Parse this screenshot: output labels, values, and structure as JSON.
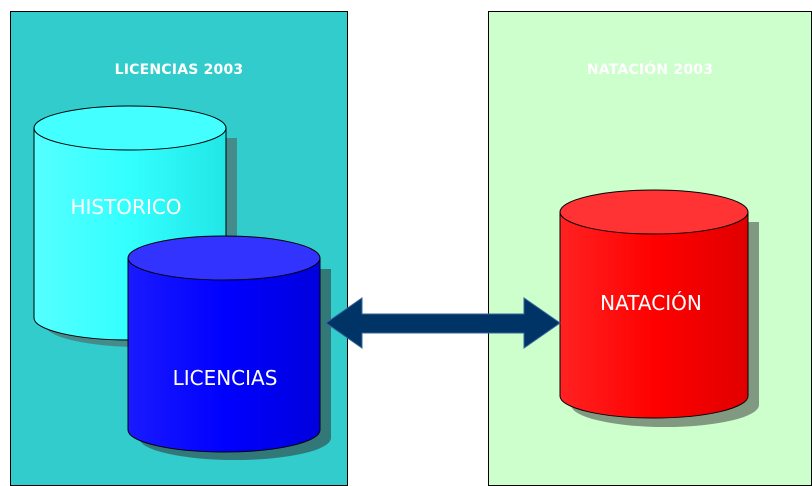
{
  "left_panel": {
    "title": "LICENCIAS 2003",
    "background": "#33cccc"
  },
  "right_panel": {
    "title": "NATACIÓN 2003",
    "background": "#ccffcc"
  },
  "databases": {
    "historico": {
      "label": "HISTORICO",
      "color": "#33ffff"
    },
    "licencias": {
      "label": "LICENCIAS",
      "color": "#0000ff"
    },
    "natacion": {
      "label": "NATACIÓN",
      "color": "#ff0000"
    }
  },
  "connector": {
    "type": "double-headed-arrow",
    "color": "#003366"
  }
}
